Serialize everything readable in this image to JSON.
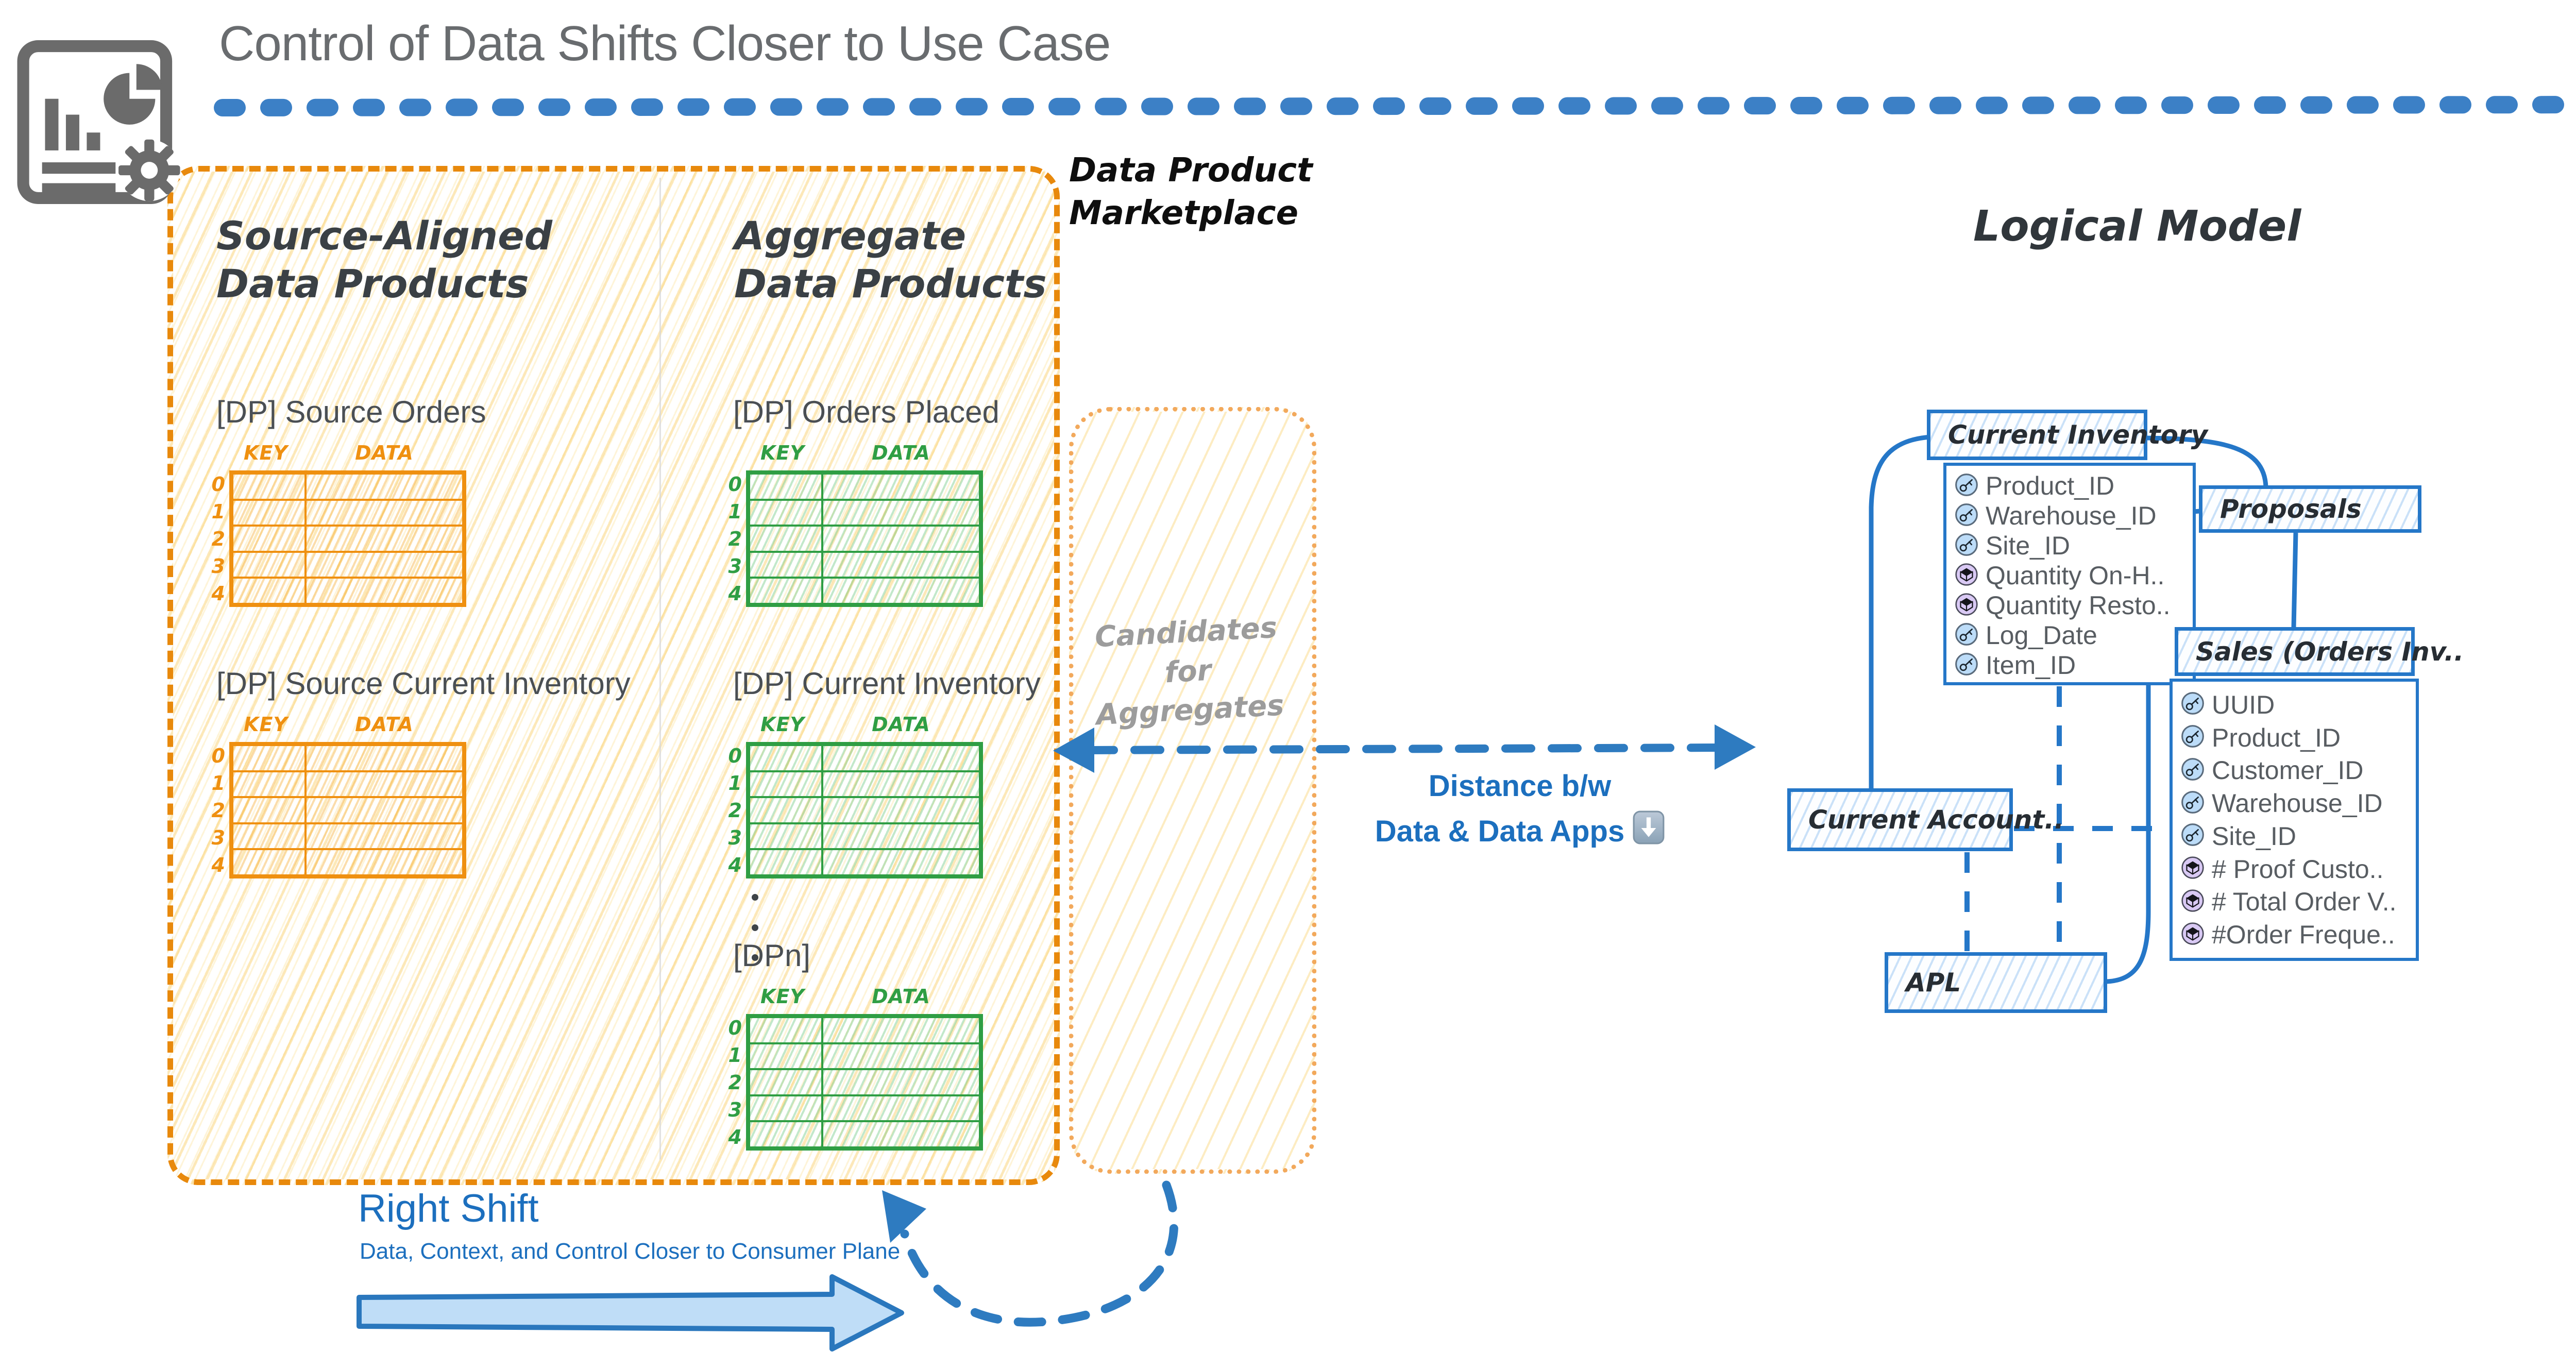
{
  "app": {
    "title": "Control of Data Shifts Closer to Use Case"
  },
  "source_panel": {
    "columns": [
      {
        "heading": [
          "Source-Aligned",
          "Data Products"
        ]
      },
      {
        "heading": [
          "Aggregate",
          "Data Products"
        ]
      }
    ],
    "products": [
      {
        "label": "[DP] Source Orders"
      },
      {
        "label": "[DP] Source Current Inventory"
      },
      {
        "label": "[DP] Orders Placed"
      },
      {
        "label": "[DP] Current Inventory"
      },
      {
        "label": "[DPn]"
      }
    ],
    "table_template": {
      "key_header": "KEY",
      "data_header": "DATA",
      "row_labels": [
        "0",
        "1",
        "2",
        "3",
        "4"
      ]
    }
  },
  "marketplace": {
    "label": [
      "Data Product",
      "Marketplace"
    ],
    "candidates": [
      "Candidates for",
      "Aggregates"
    ]
  },
  "distance_note": {
    "line1": "Distance b/w",
    "line2": "Data & Data Apps",
    "down_icon": "down-arrow-badge-icon"
  },
  "logical_model": {
    "title": "Logical Model",
    "entities": [
      {
        "name": "Current Inventory",
        "fields": [
          {
            "name": "Product_ID",
            "icon": "key-icon"
          },
          {
            "name": "Warehouse_ID",
            "icon": "key-icon"
          },
          {
            "name": "Site_ID",
            "icon": "key-icon"
          },
          {
            "name": "Quantity On-H..",
            "icon": "measure-icon"
          },
          {
            "name": "Quantity Resto..",
            "icon": "measure-icon"
          },
          {
            "name": "Log_Date",
            "icon": "key-icon"
          },
          {
            "name": "Item_ID",
            "icon": "key-icon"
          }
        ]
      },
      {
        "name": "Proposals",
        "fields": []
      },
      {
        "name": "Sales (Orders Inv..",
        "fields": [
          {
            "name": "UUID",
            "icon": "key-icon"
          },
          {
            "name": "Product_ID",
            "icon": "key-icon"
          },
          {
            "name": "Customer_ID",
            "icon": "key-icon"
          },
          {
            "name": "Warehouse_ID",
            "icon": "key-icon"
          },
          {
            "name": "Site_ID",
            "icon": "key-icon"
          },
          {
            "name": "# Proof Custo..",
            "icon": "measure-icon"
          },
          {
            "name": "# Total Order V..",
            "icon": "measure-icon"
          },
          {
            "name": "#Order Freque..",
            "icon": "measure-icon"
          }
        ]
      },
      {
        "name": "Current Account..",
        "fields": []
      },
      {
        "name": "APL",
        "fields": []
      }
    ]
  },
  "right_shift": {
    "title": "Right Shift",
    "subtitle": "Data, Context, and Control Closer to Consumer Plane"
  },
  "colors": {
    "accent_blue": "#2e7bc0",
    "text_blue": "#1c6fbe",
    "orange": "#e8890c",
    "green": "#2f9e44",
    "entity_blue": "#2577c8",
    "title_gray": "#696c6f"
  }
}
